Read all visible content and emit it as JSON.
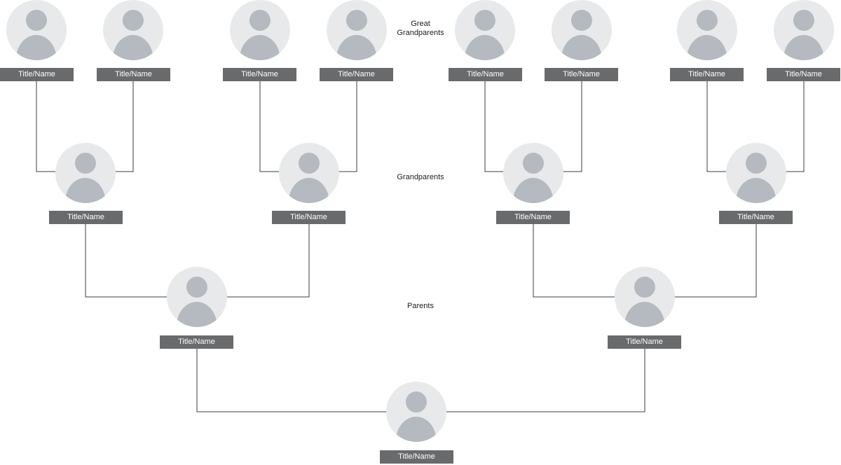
{
  "tree": {
    "generations": [
      {
        "caption": "Great Grandparents",
        "nodes": [
          {
            "label": "Title/Name"
          },
          {
            "label": "Title/Name"
          },
          {
            "label": "Title/Name"
          },
          {
            "label": "Title/Name"
          },
          {
            "label": "Title/Name"
          },
          {
            "label": "Title/Name"
          },
          {
            "label": "Title/Name"
          },
          {
            "label": "Title/Name"
          }
        ]
      },
      {
        "caption": "Grandparents",
        "nodes": [
          {
            "label": "Title/Name"
          },
          {
            "label": "Title/Name"
          },
          {
            "label": "Title/Name"
          },
          {
            "label": "Title/Name"
          }
        ]
      },
      {
        "caption": "Parents",
        "nodes": [
          {
            "label": "Title/Name"
          },
          {
            "label": "Title/Name"
          }
        ]
      },
      {
        "caption": "",
        "nodes": [
          {
            "label": "Title/Name"
          }
        ]
      }
    ]
  },
  "colors": {
    "avatar_bg": "#e8e9ea",
    "avatar_fg": "#b4bac0",
    "label_bg": "#696a6c",
    "label_text": "#ffffff",
    "line": "#3c3c3c"
  }
}
